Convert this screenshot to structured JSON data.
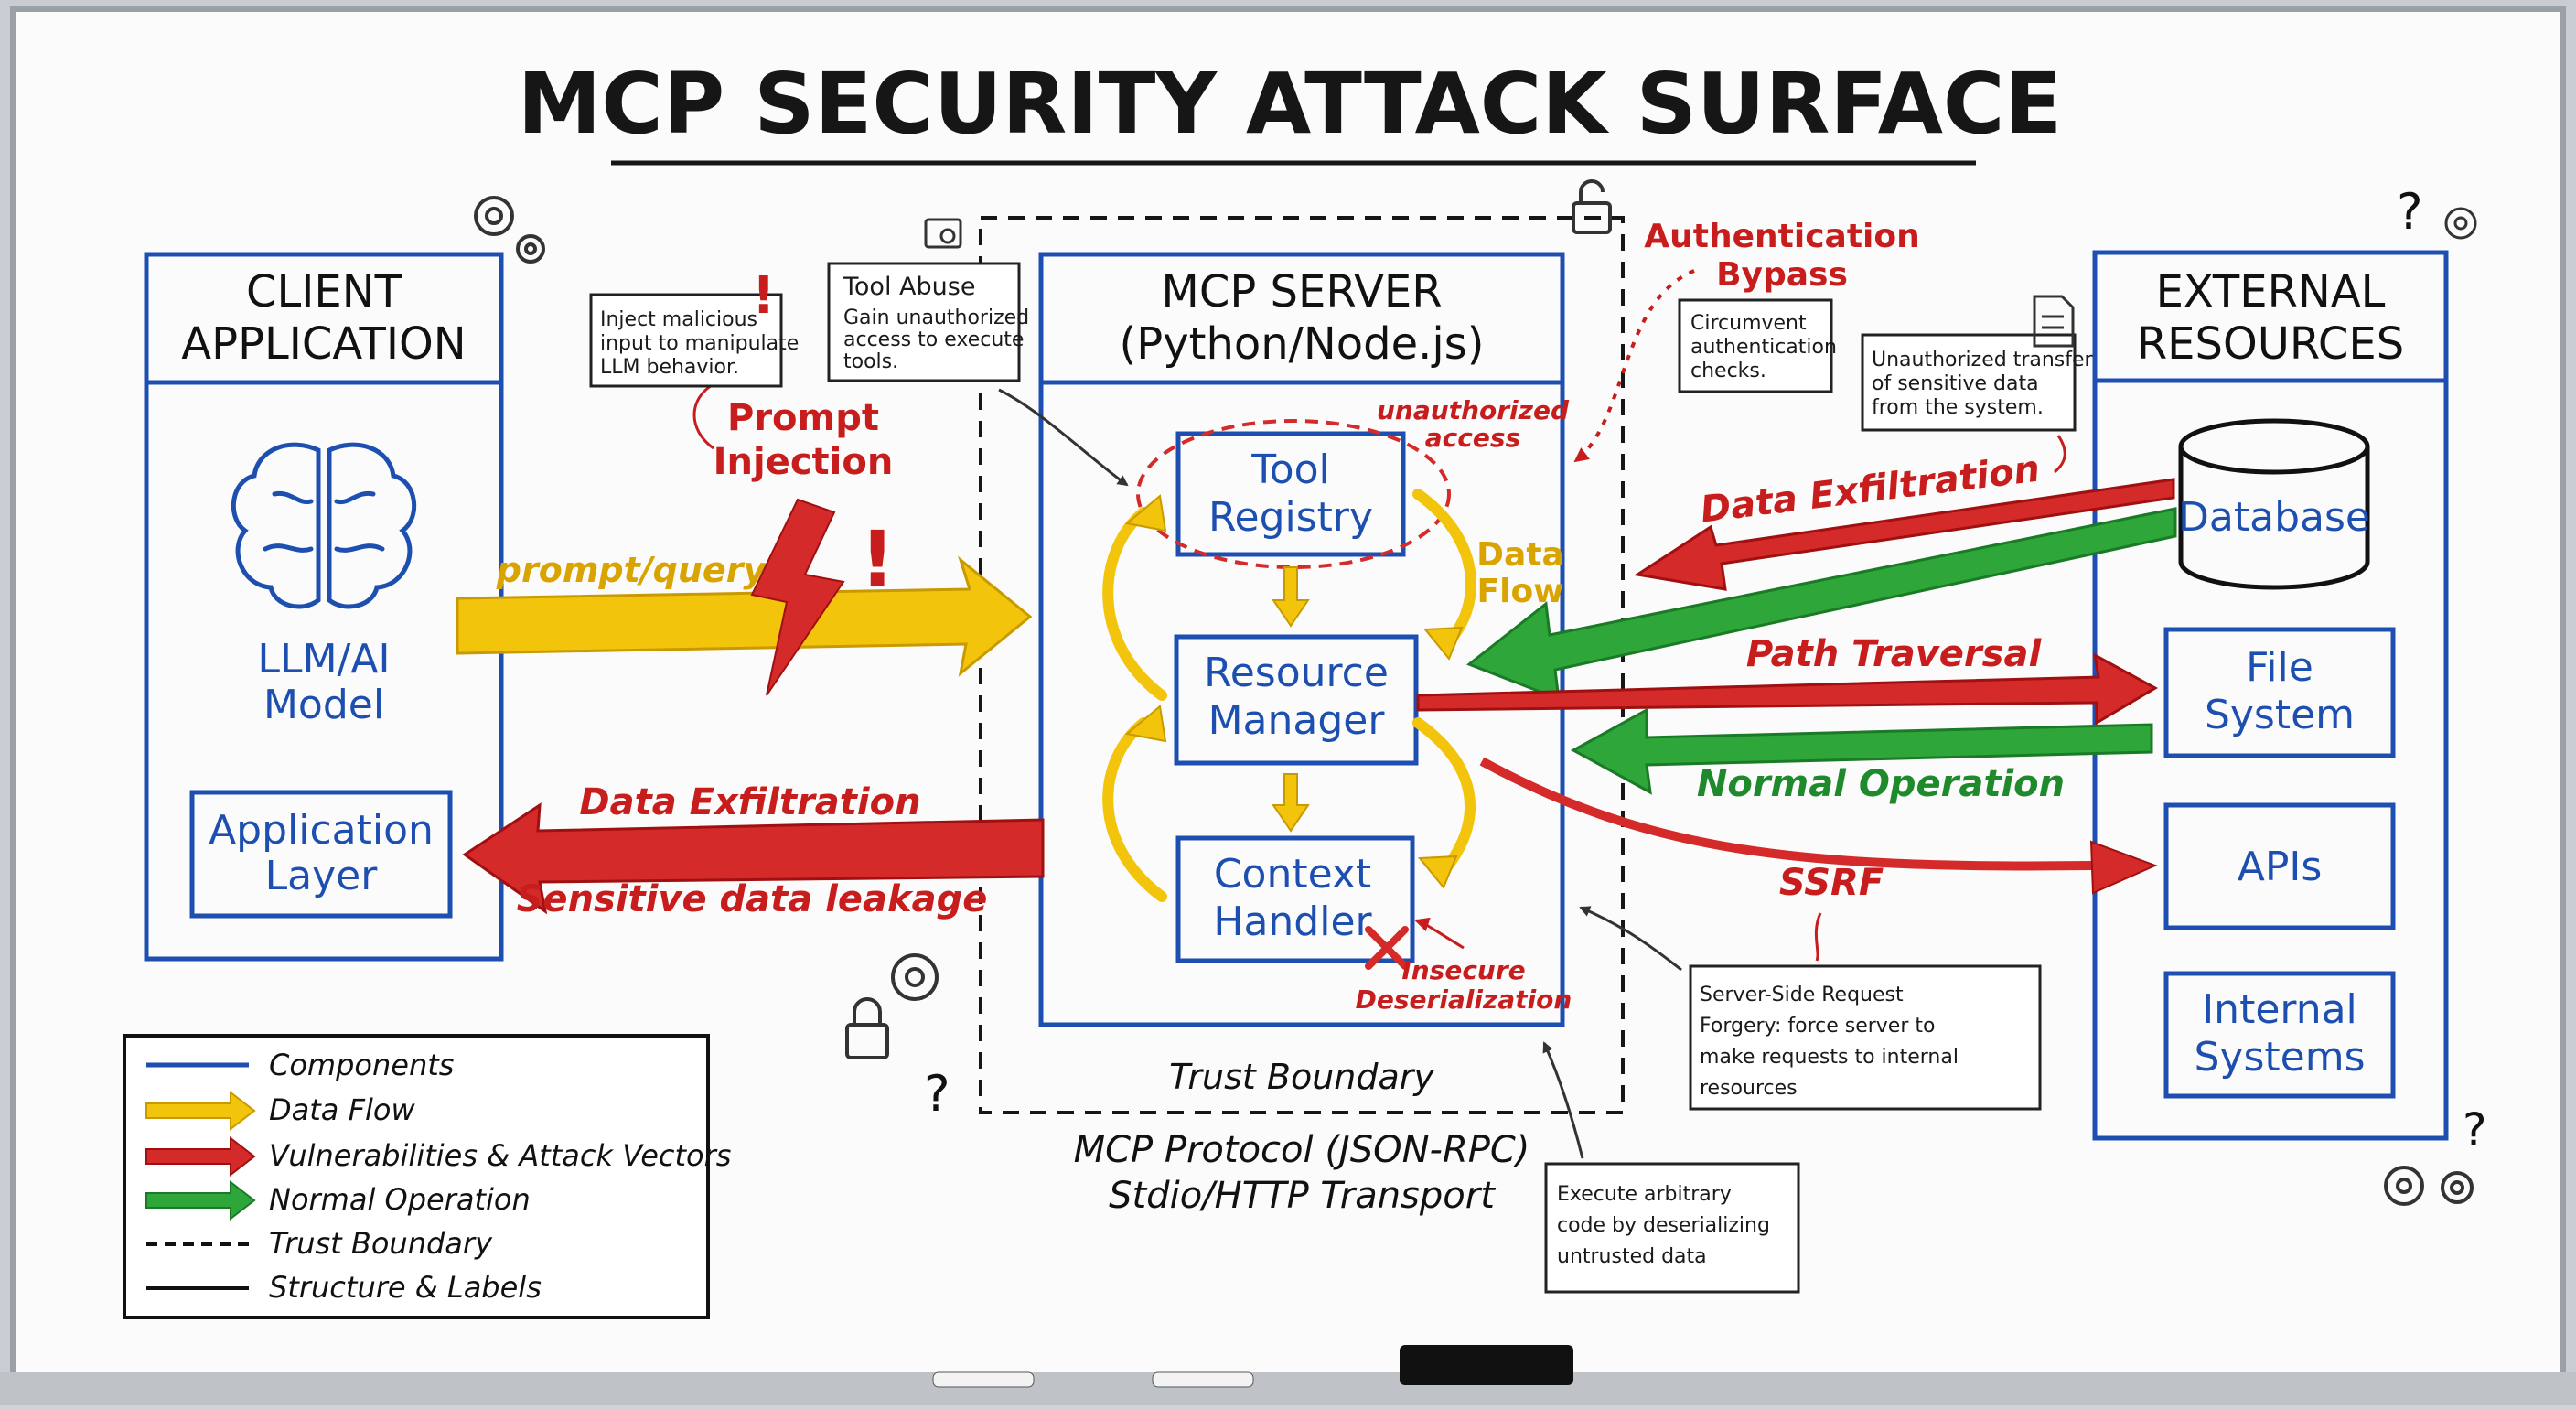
{
  "title": "MCP SECURITY ATTACK SURFACE",
  "client": {
    "title_line1": "CLIENT",
    "title_line2": "APPLICATION",
    "llm_line1": "LLM/AI",
    "llm_line2": "Model",
    "app_layer_line1": "Application",
    "app_layer_line2": "Layer"
  },
  "server": {
    "title_line1": "MCP SERVER",
    "title_line2": "(Python/Node.js)",
    "tool_registry_line1": "Tool",
    "tool_registry_line2": "Registry",
    "resource_manager_line1": "Resource",
    "resource_manager_line2": "Manager",
    "context_handler_line1": "Context",
    "context_handler_line2": "Handler",
    "trust_boundary": "Trust Boundary",
    "protocol_line1": "MCP Protocol (JSON-RPC)",
    "protocol_line2": "Stdio/HTTP Transport"
  },
  "external": {
    "title_line1": "EXTERNAL",
    "title_line2": "RESOURCES",
    "database": "Database",
    "file_system_line1": "File",
    "file_system_line2": "System",
    "apis": "APIs",
    "internal_line1": "Internal",
    "internal_line2": "Systems"
  },
  "labels": {
    "prompt_query": "prompt/query",
    "prompt_injection_line1": "Prompt",
    "prompt_injection_line2": "Injection",
    "data_exfiltration_left": "Data Exfiltration",
    "sensitive_leakage": "Sensitive data leakage",
    "unauthorized_line1": "unauthorized",
    "unauthorized_line2": "access",
    "data_flow_line1": "Data",
    "data_flow_line2": "Flow",
    "auth_bypass_line1": "Authentication",
    "auth_bypass_line2": "Bypass",
    "data_exfiltration_right": "Data Exfiltration",
    "path_traversal": "Path Traversal",
    "normal_operation": "Normal Operation",
    "ssrf": "SSRF",
    "insecure_line1": "Insecure",
    "insecure_line2": "Deserialization"
  },
  "notes": {
    "injection": [
      "Inject malicious",
      "input to manipulate",
      "LLM behavior."
    ],
    "tool_abuse_title": "Tool Abuse",
    "tool_abuse": [
      "Gain unauthorized",
      "access to execute",
      "tools."
    ],
    "auth": [
      "Circumvent",
      "authentication",
      "checks."
    ],
    "exfil": [
      "Unauthorized transfer",
      "of sensitive data",
      "from the system."
    ],
    "ssrf": [
      "Server-Side Request",
      "Forgery: force server to",
      "make requests to internal",
      "resources"
    ],
    "deserial": [
      "Execute arbitrary",
      "code by deserializing",
      "untrusted data"
    ]
  },
  "legend": {
    "components": "Components",
    "data_flow": "Data Flow",
    "vulnerabilities": "Vulnerabilities & Attack Vectors",
    "normal_operation": "Normal Operation",
    "trust_boundary": "Trust Boundary",
    "structure": "Structure & Labels"
  },
  "colors": {
    "blue": "#1d4fb0",
    "red": "#d42a2a",
    "green": "#2ea63a",
    "yellow": "#f2c40c",
    "ink": "#161616"
  },
  "icons": [
    "brain-icon",
    "gear-icon",
    "lock-icon",
    "question-icon",
    "document-icon",
    "lightning-icon",
    "cross-icon"
  ]
}
